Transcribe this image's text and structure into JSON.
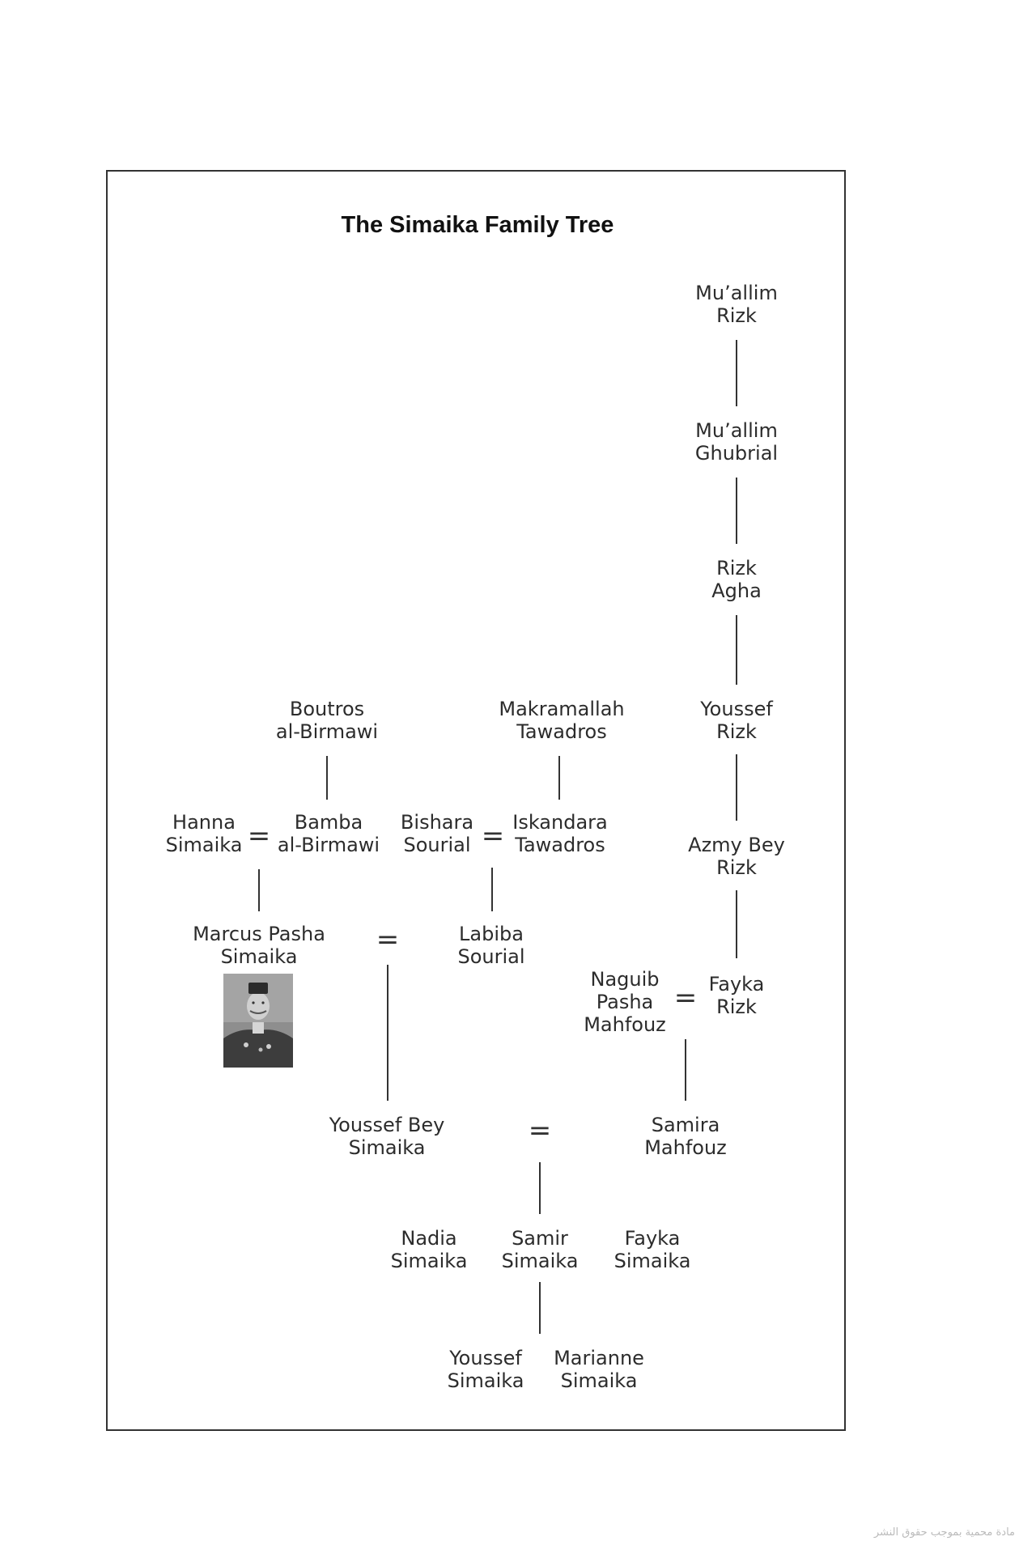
{
  "title": "The Simaika Family Tree",
  "nodes": {
    "muallim_rizk": [
      "Mu’allim",
      "Rizk"
    ],
    "muallim_ghubrial": [
      "Mu’allim",
      "Ghubrial"
    ],
    "rizk_agha": [
      "Rizk",
      "Agha"
    ],
    "youssef_rizk": [
      "Youssef",
      "Rizk"
    ],
    "azmy_bey_rizk": [
      "Azmy Bey",
      "Rizk"
    ],
    "fayka_rizk": [
      "Fayka",
      "Rizk"
    ],
    "naguib_pasha": [
      "Naguib",
      "Pasha",
      "Mahfouz"
    ],
    "samira_mahfouz": [
      "Samira",
      "Mahfouz"
    ],
    "boutros": [
      "Boutros",
      "al-Birmawi"
    ],
    "makramallah": [
      "Makramallah",
      "Tawadros"
    ],
    "hanna": [
      "Hanna",
      "Simaika"
    ],
    "bamba": [
      "Bamba",
      "al-Birmawi"
    ],
    "bishara": [
      "Bishara",
      "Sourial"
    ],
    "iskandara": [
      "Iskandara",
      "Tawadros"
    ],
    "marcus": [
      "Marcus Pasha",
      "Simaika"
    ],
    "labiba": [
      "Labiba",
      "Sourial"
    ],
    "youssef_bey": [
      "Youssef Bey",
      "Simaika"
    ],
    "nadia": [
      "Nadia",
      "Simaika"
    ],
    "samir": [
      "Samir",
      "Simaika"
    ],
    "fayka_simaika": [
      "Fayka",
      "Simaika"
    ],
    "youssef_simaika": [
      "Youssef",
      "Simaika"
    ],
    "marianne": [
      "Marianne",
      "Simaika"
    ]
  },
  "marriage_symbol": "=",
  "watermark": "مادة محمية بموجب حقوق النشر"
}
